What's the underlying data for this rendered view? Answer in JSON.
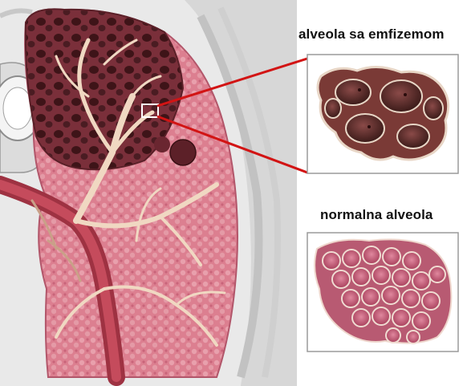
{
  "labels": {
    "emphysema": "alveola sa emfizemom",
    "normal": "normalna alveola"
  },
  "colors": {
    "lung_tissue": "#d9788a",
    "bronchial_tree": "#f0d8c2",
    "pulmonary_vessel": "#b8404f",
    "emphysema_tissue": "#6e3a34",
    "emphysema_cavity": "#4a2220",
    "normal_alveolus": "#c95a77",
    "callout_line": "#d21414",
    "frame": "#9a9a9a"
  },
  "icons": {
    "zoom_marker": "square-outline"
  }
}
